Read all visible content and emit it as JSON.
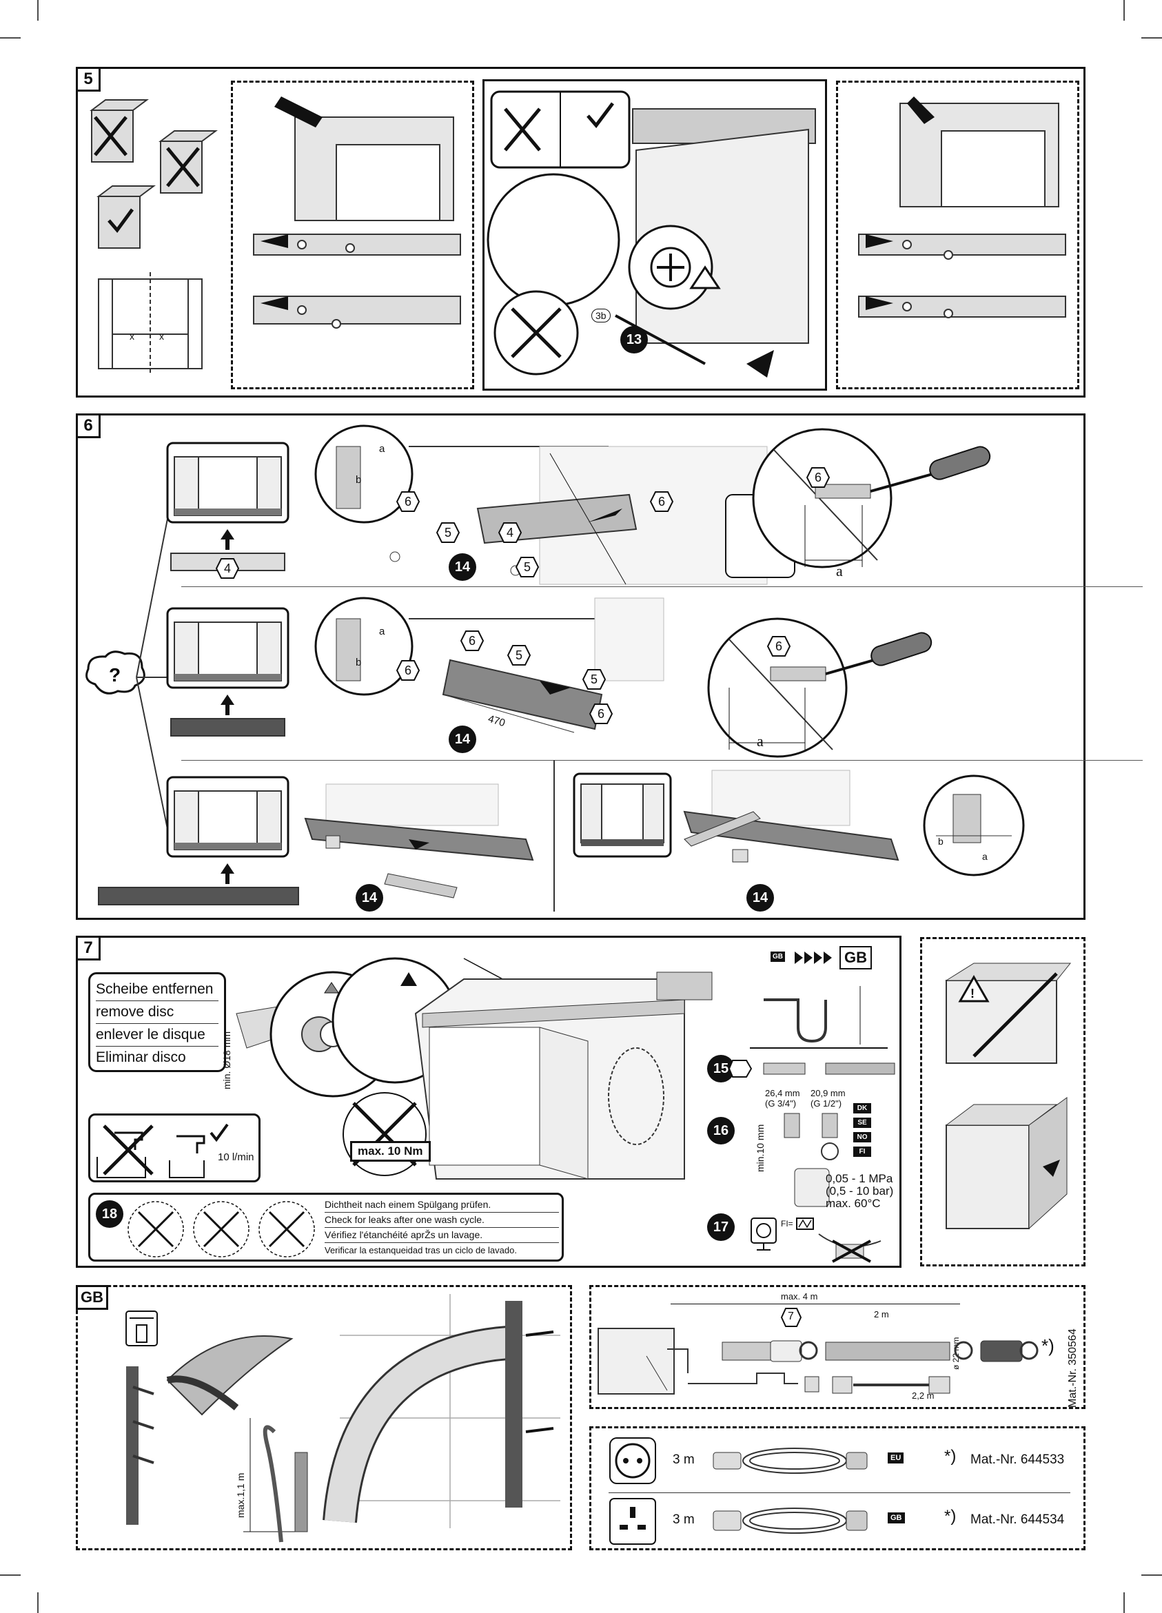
{
  "step5": {
    "number": "5",
    "x_label": "x",
    "screw_label": "3b",
    "callout": "13"
  },
  "step6": {
    "number": "6",
    "part4": "4",
    "part5": "5",
    "part6": "6",
    "callout": "14",
    "dim_a": "a",
    "dim_b": "b",
    "dim_470": "470",
    "question_icon": "question-cloud-icon"
  },
  "step7": {
    "number": "7",
    "disc_lines": [
      "Scheibe entfernen",
      "remove disc",
      "enlever le disque",
      "Eliminar disco"
    ],
    "min_diam": "min. Ø18 mm",
    "flow": "10 l/min",
    "torque": "max. 10 Nm",
    "callouts": {
      "c15": "15",
      "c16": "16",
      "c17": "17",
      "c18": "18"
    },
    "gb_badge_small": "GB",
    "gb_badge_large": "GB",
    "thread_a": "26,4 mm",
    "thread_a_sub": "(G 3/4\")",
    "thread_b": "20,9 mm",
    "thread_b_sub": "(G 1/2\")",
    "min10": "min.10 mm",
    "countries": [
      "DK",
      "SE",
      "NO",
      "FI"
    ],
    "pressure": [
      "0,05 - 1 MPa",
      "(0,5 - 10 bar)",
      "max. 60°C"
    ],
    "fi_label": "FI=",
    "leak_lines": [
      "Dichtheit nach einem Spülgang prüfen.",
      "Check for leaks after one wash cycle.",
      "Vérifiez l'étanchéité aprŽs un lavage.",
      "Verificar la estanqueidad tras un ciclo de lavado."
    ]
  },
  "gb_section": {
    "label": "GB",
    "height": "max.1,1 m"
  },
  "hose_kit": {
    "max4": "max. 4 m",
    "len2": "2 m",
    "len22": "2,2 m",
    "diam": "ø 22 mm",
    "callout": "7",
    "star": "*)",
    "mat": "Mat.-Nr. 350564"
  },
  "cables": [
    {
      "socket": "eu-socket-icon",
      "length": "3 m",
      "region": "EU",
      "star": "*)",
      "mat": "Mat.-Nr. 644533"
    },
    {
      "socket": "gb-socket-icon",
      "length": "3 m",
      "region": "GB",
      "star": "*)",
      "mat": "Mat.-Nr. 644534"
    }
  ]
}
